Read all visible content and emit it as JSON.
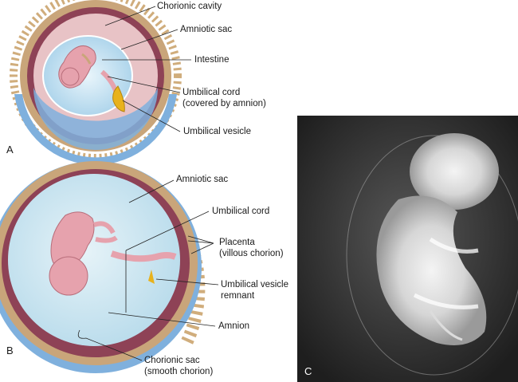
{
  "figure": {
    "panel_a": {
      "letter": "A",
      "labels": {
        "chorionic_cavity": "Chorionic cavity",
        "amniotic_sac": "Amniotic sac",
        "intestine": "Intestine",
        "umbilical_cord_line1": "Umbilical cord",
        "umbilical_cord_line2": "(covered by amnion)",
        "umbilical_vesicle": "Umbilical vesicle"
      }
    },
    "panel_b": {
      "letter": "B",
      "labels": {
        "amniotic_sac": "Amniotic sac",
        "umbilical_cord": "Umbilical cord",
        "placenta_line1": "Placenta",
        "placenta_line2": "(villous chorion)",
        "umbilical_vesicle_remnant_line1": "Umbilical vesicle",
        "umbilical_vesicle_remnant_line2": "remnant",
        "amnion": "Amnion",
        "chorionic_sac_line1": "Chorionic sac",
        "chorionic_sac_line2": "(smooth chorion)"
      }
    },
    "panel_c": {
      "letter": "C"
    }
  },
  "colors": {
    "chorion_tan": "#c9a57a",
    "villi": "#d0ad7c",
    "decidua_maroon": "#8e4256",
    "cavity_pink": "#e8c3c6",
    "amniotic_blue": "#cfe6f2",
    "outer_blue": "#7fb0dd",
    "embryo_pink": "#e6a2ad",
    "yolk_yellow": "#e8b21c",
    "photo_dark": "#3a3a3a"
  }
}
